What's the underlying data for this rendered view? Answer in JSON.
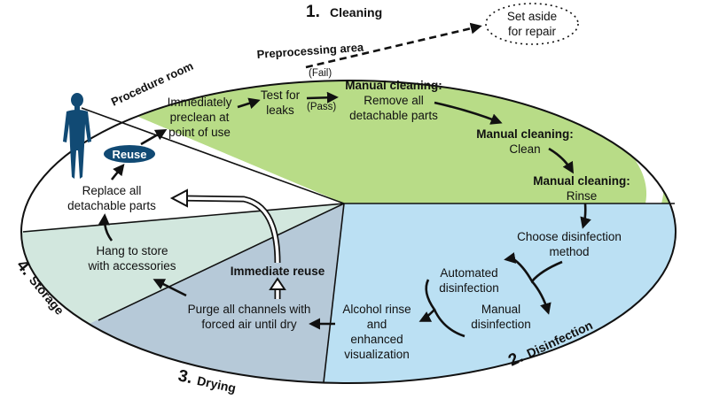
{
  "colors": {
    "cleaning": "#b8dc87",
    "disinfection": "#bbe0f3",
    "drying": "#b6c9d8",
    "storage": "#d2e7de",
    "reuse_zone": "#ffffff",
    "human": "#114a74",
    "outline": "#111111"
  },
  "stages": {
    "cleaning": {
      "number": "1.",
      "label": "Cleaning"
    },
    "disinfection": {
      "number": "2.",
      "label": "Disinfection"
    },
    "drying": {
      "number": "3.",
      "label": "Drying"
    },
    "storage": {
      "number": "4.",
      "label": "Storage"
    }
  },
  "areas": {
    "procedure_room": "Procedure room",
    "preprocessing_area": "Preprocessing area"
  },
  "steps": {
    "preclean": [
      "Immediately",
      "preclean at",
      "point of use"
    ],
    "leak_test": [
      "Test for",
      "leaks"
    ],
    "fail": "(Fail)",
    "pass": "(Pass)",
    "repair": [
      "Set aside",
      "for repair"
    ],
    "manual_remove": {
      "title": "Manual cleaning:",
      "lines": [
        "Remove all",
        "detachable parts"
      ]
    },
    "manual_clean": {
      "title": "Manual cleaning:",
      "lines": [
        "Clean"
      ]
    },
    "manual_rinse": {
      "title": "Manual cleaning:",
      "lines": [
        "Rinse"
      ]
    },
    "choose_method": [
      "Choose disinfection",
      "method"
    ],
    "automated": [
      "Automated",
      "disinfection"
    ],
    "manual_disinfection": [
      "Manual",
      "disinfection"
    ],
    "alcohol": [
      "Alcohol rinse",
      "and",
      "enhanced",
      "visualization"
    ],
    "purge": [
      "Purge all channels with",
      "forced air until dry"
    ],
    "immediate_reuse": "Immediate reuse",
    "hang": [
      "Hang to store",
      "with accessories"
    ],
    "replace": [
      "Replace all",
      "detachable parts"
    ],
    "reuse": "Reuse"
  },
  "icons": {
    "patient": "human-figure-icon"
  }
}
